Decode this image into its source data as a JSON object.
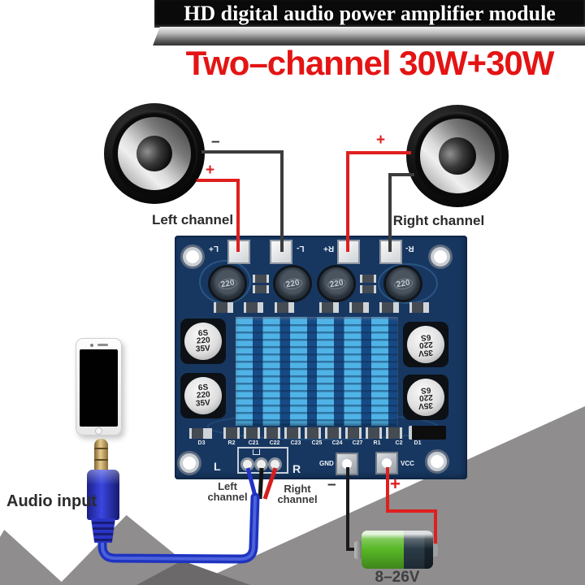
{
  "banner": {
    "title": "HD digital audio power amplifier module"
  },
  "subtitle": {
    "text": "Two–channel 30W+30W"
  },
  "connections": {
    "left_speaker": {
      "label": "Left channel",
      "minus": "–",
      "plus": "+"
    },
    "right_speaker": {
      "label": "Right channel",
      "plus": "+",
      "minus": "–"
    },
    "audio_input": {
      "label": "Audio input"
    },
    "power": {
      "minus": "–",
      "plus": "+",
      "battery_voltage": "8–26V"
    }
  },
  "board": {
    "pad_labels": [
      "L+",
      "L-",
      "R+",
      "R-"
    ],
    "inductor_value": "220",
    "capacitor": {
      "line1": "6S",
      "line2": "220",
      "line3": "35V"
    },
    "gnd_label": "GND",
    "vcc_label": "VCC",
    "input_left": "L",
    "input_right": "R",
    "silk_bottom": [
      "D3",
      "R2",
      "C21",
      "C22",
      "C23",
      "C25",
      "C24",
      "C27",
      "R1",
      "C2",
      "D1"
    ],
    "bottom_left_channel": {
      "line1": "Left",
      "line2": "channel"
    },
    "bottom_right_channel": {
      "line1": "Right",
      "line2": "channel"
    }
  }
}
